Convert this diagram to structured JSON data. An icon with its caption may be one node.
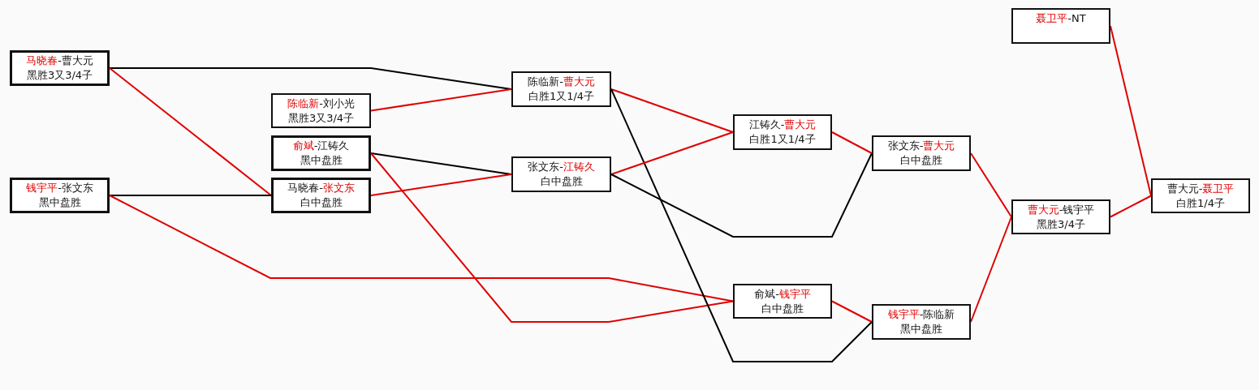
{
  "diagram": {
    "nodes": [
      {
        "text": [
          "**马晓春**-曹大元",
          "黑胜3又3/4子"
        ]
      },
      {
        "text": [
          "**陈临新**-刘小光",
          "黑胜3又3/4子"
        ]
      },
      {
        "text": [
          "**俞斌**-江铸久",
          "黑中盘胜"
        ]
      },
      {
        "text": [
          "**钱宇平**-张文东",
          "黑中盘胜"
        ]
      },
      {
        "text": [
          "马晓春-**张文东**",
          "白中盘胜"
        ]
      },
      {
        "text": [
          "陈临新-**曹大元**",
          "白胜1又1/4子"
        ]
      },
      {
        "text": [
          "张文东-**江铸久**",
          "白中盘胜"
        ]
      },
      {
        "text": [
          "江铸久-**曹大元**",
          "白胜1又1/4子"
        ]
      },
      {
        "text": [
          "张文东-**曹大元**",
          "白中盘胜"
        ]
      },
      {
        "text": [
          "俞斌-**钱宇平**",
          "白中盘胜"
        ]
      },
      {
        "text": [
          "**钱宇平**-陈临新",
          "黑中盘胜"
        ]
      },
      {
        "text": [
          "**曹大元**-钱宇平",
          "黑胜3/4子"
        ]
      },
      {
        "text": [
          "**聂卫平**-NT"
        ]
      },
      {
        "text": [
          "曹大元-**聂卫平**",
          "白胜1/4子"
        ]
      }
    ],
    "edges": [
      {
        "from": 0,
        "to": 5,
        "arrow": "none",
        "color": "#000000"
      },
      {
        "from": 0,
        "to": 4,
        "arrow": "none"
      },
      {
        "from": 1,
        "to": 5,
        "arrow": "none"
      },
      {
        "from": 2,
        "to": 6,
        "arrow": "none",
        "color": "#000000"
      },
      {
        "from": 2,
        "to": 9,
        "arrow": "none"
      },
      {
        "from": 3,
        "to": 4,
        "arrow": "none",
        "color": "#000000"
      },
      {
        "from": 3,
        "to": 9,
        "arrow": "none"
      },
      {
        "from": 4,
        "to": 6,
        "arrow": "none"
      },
      {
        "from": 5,
        "to": 7,
        "arrow": "none"
      },
      {
        "from": 5,
        "to": 10,
        "arrow": "none",
        "color": "#000000"
      },
      {
        "from": 6,
        "to": 7,
        "arrow": "none"
      },
      {
        "from": 6,
        "to": 8,
        "arrow": "none",
        "color": "#000000"
      },
      {
        "from": 7,
        "to": 8,
        "arrow": "none"
      },
      {
        "from": 9,
        "to": 10,
        "arrow": "none"
      },
      {
        "from": 8,
        "to": 11,
        "arrow": "none"
      },
      {
        "from": 10,
        "to": 11,
        "arrow": "none"
      },
      {
        "from": 11,
        "to": 13,
        "arrow": "none"
      },
      {
        "from": 12,
        "to": 13,
        "arrow": "none"
      }
    ]
  }
}
